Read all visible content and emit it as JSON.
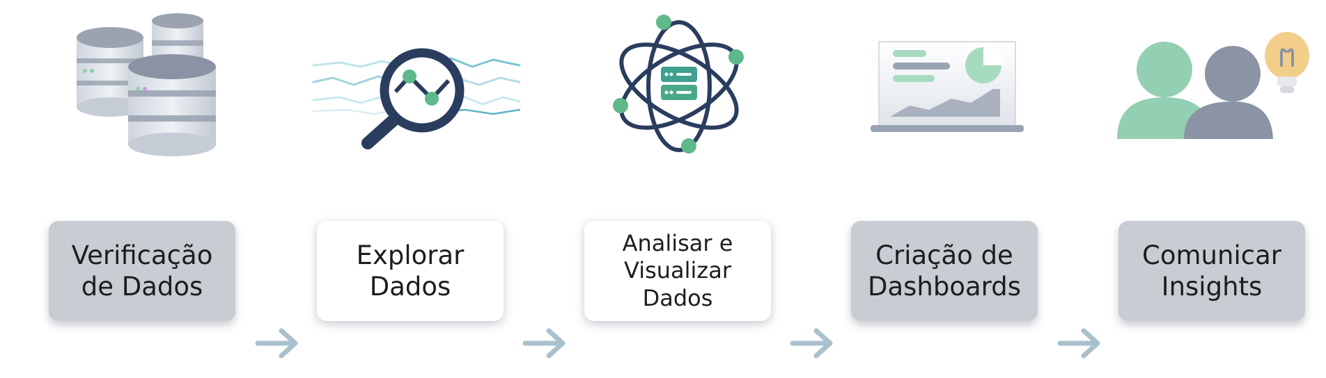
{
  "steps": [
    {
      "label": "Verificação\nde Dados",
      "style": "gray",
      "icon": "database-icon"
    },
    {
      "label": "Explorar\nDados",
      "style": "white",
      "icon": "magnifier-trend-icon"
    },
    {
      "label": "Analisar e\nVisualizar\nDados",
      "style": "white",
      "icon": "atom-data-icon"
    },
    {
      "label": "Criação de\nDashboards",
      "style": "gray",
      "icon": "dashboard-laptop-icon"
    },
    {
      "label": "Comunicar\nInsights",
      "style": "gray",
      "icon": "people-lightbulb-icon"
    }
  ],
  "colors": {
    "box_gray": "#c8ccd3",
    "box_white": "#ffffff",
    "arrow": "#a9c0cd",
    "navy": "#2a3d5f",
    "green": "#5fb88a",
    "mint": "#93cfb2",
    "slate": "#8a94a4",
    "bulb": "#f3ce8a"
  }
}
